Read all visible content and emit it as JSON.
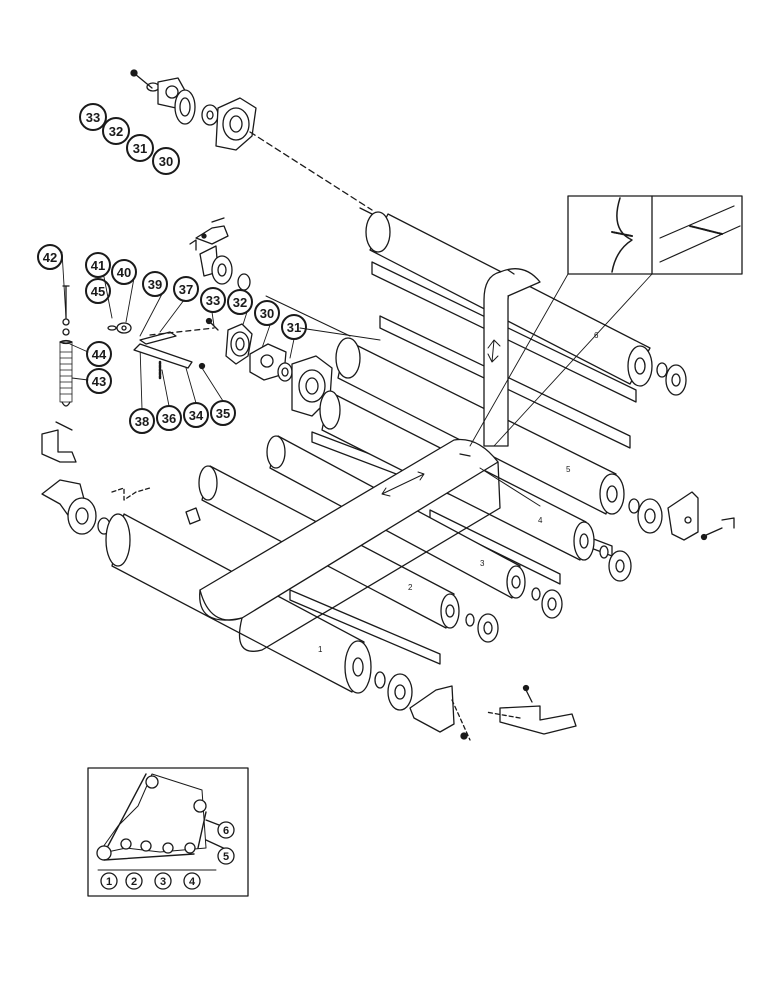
{
  "callouts": {
    "c33a": "33",
    "c32a": "32",
    "c31a": "31",
    "c30a": "30",
    "c42": "42",
    "c41": "41",
    "c45": "45",
    "c40": "40",
    "c39": "39",
    "c37": "37",
    "c33b": "33",
    "c32b": "32",
    "c30b": "30",
    "c31b": "31",
    "c44": "44",
    "c43": "43",
    "c38": "38",
    "c36": "36",
    "c34": "34",
    "c35": "35"
  },
  "rollers": {
    "r1": "1",
    "r2": "2",
    "r3": "3",
    "r4": "4",
    "r5": "5",
    "r6": "6"
  },
  "inset": {
    "i1": "1",
    "i2": "2",
    "i3": "3",
    "i4": "4",
    "i5": "5",
    "i6": "6"
  }
}
